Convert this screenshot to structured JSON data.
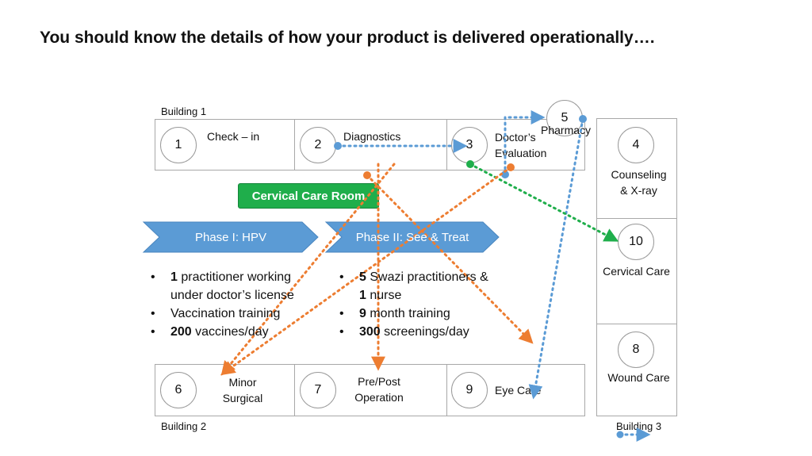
{
  "title": "You should know the details of how your product is delivered operationally….",
  "buildings": {
    "b1": "Building 1",
    "b2": "Building 2",
    "b3": "Building 3"
  },
  "rooms": {
    "r1": {
      "num": "1",
      "label": "Check – in"
    },
    "r2": {
      "num": "2",
      "label": "Diagnostics"
    },
    "r3": {
      "num": "3",
      "label_line1": "Doctor’s",
      "label_line2": "Evaluation"
    },
    "r4": {
      "num": "4",
      "label_line1": "Counseling",
      "label_line2": "& X-ray"
    },
    "r5": {
      "num": "5",
      "label": "Pharmacy"
    },
    "r6": {
      "num": "6",
      "label_line1": "Minor",
      "label_line2": "Surgical"
    },
    "r7": {
      "num": "7",
      "label_line1": "Pre/Post",
      "label_line2": "Operation"
    },
    "r8": {
      "num": "8",
      "label": "Wound Care"
    },
    "r9": {
      "num": "9",
      "label": "Eye Care"
    },
    "r10": {
      "num": "10",
      "label": "Cervical Care"
    }
  },
  "cervical_care_room": "Cervical Care Room",
  "phases": {
    "p1": {
      "label": "Phase I: HPV",
      "bullets": [
        {
          "bold": "1",
          "text": " practitioner working",
          "line2": "under doctor’s license"
        },
        {
          "bold": "",
          "text": "Vaccination training"
        },
        {
          "bold": "200",
          "text": " vaccines/day"
        }
      ]
    },
    "p2": {
      "label": "Phase II: See & Treat",
      "bullets": [
        {
          "bold": "5",
          "text": " Swazi practitioners &",
          "bold2": "1",
          "text2": " nurse"
        },
        {
          "bold": "9",
          "text": " month training"
        },
        {
          "bold": "300",
          "text": " screenings/day"
        }
      ]
    }
  },
  "colors": {
    "blue_path": "#5b9bd5",
    "orange_path": "#ed7d31",
    "green_path": "#1fae4b",
    "phase_arrow": "#5b9bd5"
  }
}
